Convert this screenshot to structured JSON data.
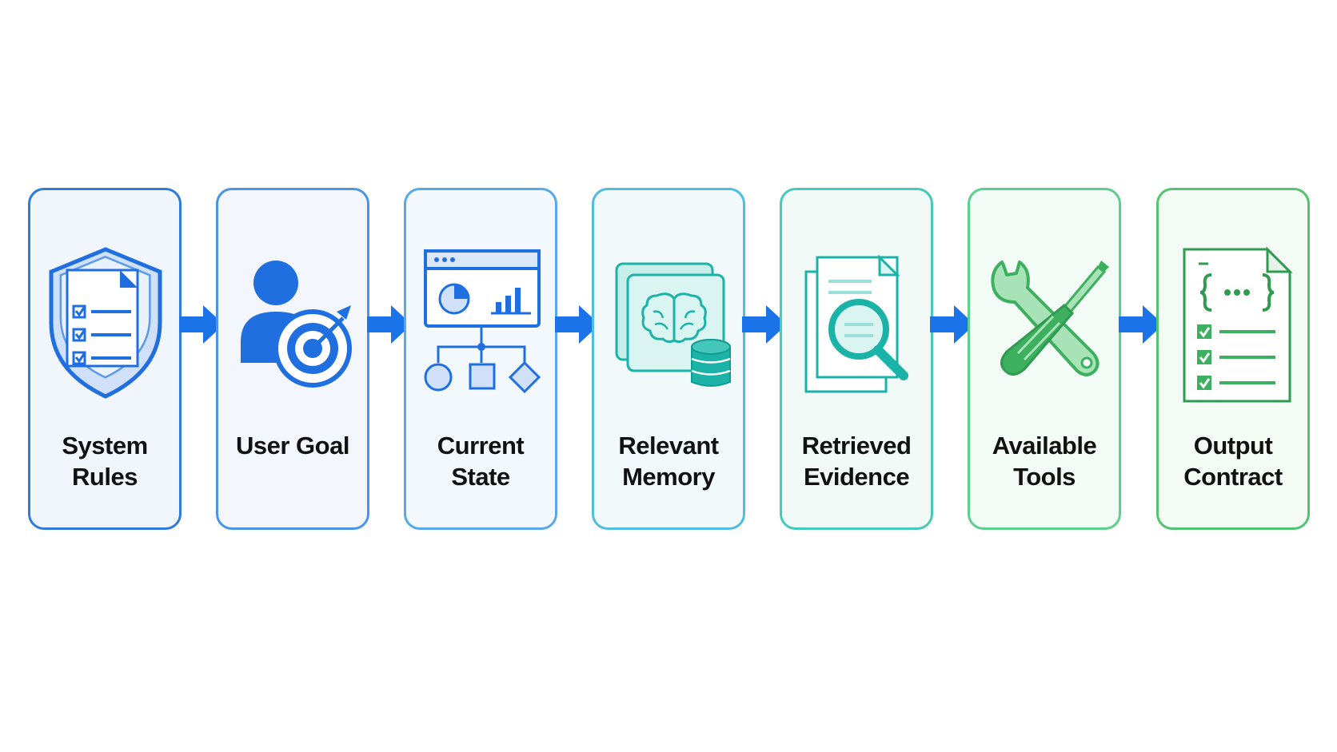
{
  "steps": [
    {
      "label_lines": [
        "System Rules"
      ],
      "icon": "shield-checklist-icon",
      "border": "#2f7bdc",
      "bg": "#f1f6fd"
    },
    {
      "label_lines": [
        "User Goal"
      ],
      "icon": "user-target-icon",
      "border": "#4a95e6",
      "bg": "#f3f7fd"
    },
    {
      "label_lines": [
        "Current State"
      ],
      "icon": "dashboard-flowchart-icon",
      "border": "#58a8ea",
      "bg": "#f3f8fd"
    },
    {
      "label_lines": [
        "Relevant",
        "Memory"
      ],
      "icon": "brain-database-icon",
      "border": "#4fbde0",
      "bg": "#f1f9fb"
    },
    {
      "label_lines": [
        "Retrieved",
        "Evidence"
      ],
      "icon": "document-magnifier-icon",
      "border": "#46c9b5",
      "bg": "#f2faf8"
    },
    {
      "label_lines": [
        "Available",
        "Tools"
      ],
      "icon": "wrench-screwdriver-icon",
      "border": "#5dcf8b",
      "bg": "#f3fbf6"
    },
    {
      "label_lines": [
        "Output",
        "Contract"
      ],
      "icon": "json-contract-icon",
      "border": "#52c46f",
      "bg": "#f3fbf4"
    }
  ],
  "colors": {
    "arrow": "#1a73e8",
    "blue_icon": "#1f6fe0",
    "teal_icon": "#1bb3a8",
    "green_icon": "#3db060"
  }
}
